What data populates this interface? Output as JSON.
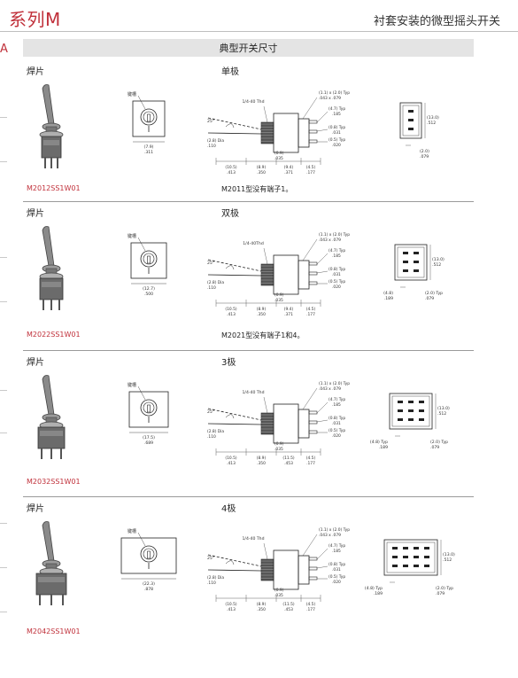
{
  "header": {
    "series_title": "系列M",
    "subtitle": "衬套安装的微型摇头开关",
    "edge_mark": "A"
  },
  "banner": {
    "title": "典型开关尺寸"
  },
  "rows": [
    {
      "terminal_label": "焊片",
      "pole_label": "单极",
      "part_number": "M2012SS1W01",
      "note": "M2011型没有端子1。",
      "keyway_label": "键槽",
      "front_dim": {
        "mm": "(7.9)",
        "in": ".311"
      },
      "thread_label": "1/4-40 Thd",
      "angle_label": "25°",
      "dia_label": {
        "mm": "(2.8) Dia",
        "in": ".110"
      },
      "term_size": {
        "mm": "(1.1) x (2.0) Typ",
        "in": ".043 x .079"
      },
      "dim_47": {
        "mm": "(4.7) Typ",
        "in": ".185"
      },
      "dim_08": {
        "mm": "(0.8) Typ",
        "in": ".031"
      },
      "dim_05": {
        "mm": "(0.5) Typ",
        "in": ".020"
      },
      "dim_09": {
        "mm": "(0.9)",
        "in": ".035"
      },
      "bottom_dims": [
        {
          "mm": "(10.5)",
          "in": ".413"
        },
        {
          "mm": "(8.9)",
          "in": ".350"
        },
        {
          "mm": "(9.4)",
          "in": ".371"
        },
        {
          "mm": "(4.5)",
          "in": ".177"
        }
      ],
      "end_dims": [
        {
          "mm": "(13.0)",
          "in": ".512"
        },
        {
          "mm": "(2.0)",
          "in": ".079"
        }
      ]
    },
    {
      "terminal_label": "焊片",
      "pole_label": "双极",
      "part_number": "M2022SS1W01",
      "note": "M2021型没有端子1和4。",
      "keyway_label": "键槽",
      "front_dim": {
        "mm": "(12.7)",
        "in": ".500"
      },
      "thread_label": "1/4-40Thd",
      "angle_label": "25°",
      "dia_label": {
        "mm": "(2.8) Dia",
        "in": ".110"
      },
      "term_size": {
        "mm": "(1.1) x (2.0) Typ",
        "in": ".043 x .079"
      },
      "dim_47": {
        "mm": "(4.7) Typ",
        "in": ".185"
      },
      "dim_08": {
        "mm": "(0.8) Typ",
        "in": ".031"
      },
      "dim_05": {
        "mm": "(0.5) Typ",
        "in": ".020"
      },
      "dim_09": {
        "mm": "(0.9)",
        "in": ".035"
      },
      "bottom_dims": [
        {
          "mm": "(10.5)",
          "in": ".413"
        },
        {
          "mm": "(8.9)",
          "in": ".350"
        },
        {
          "mm": "(9.4)",
          "in": ".371"
        },
        {
          "mm": "(4.5)",
          "in": ".177"
        }
      ],
      "end_dims": [
        {
          "mm": "(13.0)",
          "in": ".512"
        },
        {
          "mm": "(2.0) Typ",
          "in": ".079"
        },
        {
          "mm": "(4.8)",
          "in": ".189"
        }
      ]
    },
    {
      "terminal_label": "焊片",
      "pole_label": "3极",
      "part_number": "M2032SS1W01",
      "note": "",
      "keyway_label": "键槽",
      "front_dim": {
        "mm": "(17.5)",
        "in": ".689"
      },
      "thread_label": "1/4-40 Thd",
      "angle_label": "25°",
      "dia_label": {
        "mm": "(2.8) Dia",
        "in": ".110"
      },
      "term_size": {
        "mm": "(1.1) x (2.0) Typ",
        "in": ".043 x .079"
      },
      "dim_47": {
        "mm": "(4.7) Typ",
        "in": ".185"
      },
      "dim_08": {
        "mm": "(0.8) Typ",
        "in": ".031"
      },
      "dim_05": {
        "mm": "(0.5) Typ",
        "in": ".020"
      },
      "dim_09": {
        "mm": "(0.9)",
        "in": ".035"
      },
      "bottom_dims": [
        {
          "mm": "(10.5)",
          "in": ".413"
        },
        {
          "mm": "(8.9)",
          "in": ".350"
        },
        {
          "mm": "(11.5)",
          "in": ".453"
        },
        {
          "mm": "(4.5)",
          "in": ".177"
        }
      ],
      "end_dims": [
        {
          "mm": "(13.0)",
          "in": ".512"
        },
        {
          "mm": "(2.0) Typ",
          "in": ".079"
        },
        {
          "mm": "(4.8) Typ",
          "in": ".189"
        }
      ]
    },
    {
      "terminal_label": "焊片",
      "pole_label": "4极",
      "part_number": "M2042SS1W01",
      "note": "",
      "keyway_label": "键槽",
      "front_dim": {
        "mm": "(22.3)",
        "in": ".878"
      },
      "thread_label": "1/4-40 Thd",
      "angle_label": "25°",
      "dia_label": {
        "mm": "(2.8) Dia",
        "in": ".110"
      },
      "term_size": {
        "mm": "(1.1) x (2.0) Typ",
        "in": ".043 x .079"
      },
      "dim_47": {
        "mm": "(4.7) Typ",
        "in": ".185"
      },
      "dim_08": {
        "mm": "(0.8) Typ",
        "in": ".031"
      },
      "dim_05": {
        "mm": "(0.5) Typ",
        "in": ".020"
      },
      "dim_09": {
        "mm": "(0.9)",
        "in": ".035"
      },
      "bottom_dims": [
        {
          "mm": "(10.5)",
          "in": ".413"
        },
        {
          "mm": "(8.9)",
          "in": ".350"
        },
        {
          "mm": "(11.5)",
          "in": ".453"
        },
        {
          "mm": "(4.5)",
          "in": ".177"
        }
      ],
      "end_dims": [
        {
          "mm": "(13.0)",
          "in": ".512"
        },
        {
          "mm": "(2.0) Typ",
          "in": ".079"
        },
        {
          "mm": "(4.8) Typ",
          "in": ".189"
        }
      ]
    }
  ],
  "colors": {
    "accent": "#c0303a",
    "banner_bg": "#e4e4e4",
    "rule": "#9a9a9a"
  }
}
